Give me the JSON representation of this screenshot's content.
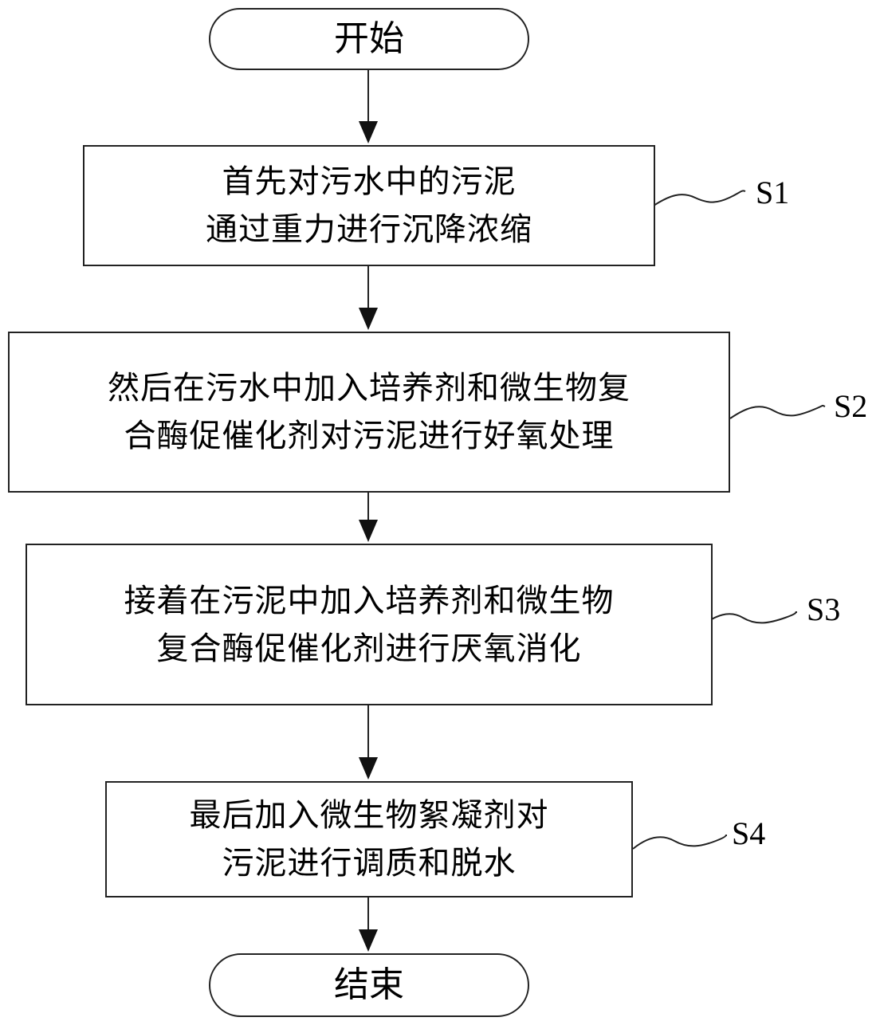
{
  "start": {
    "label": "开始"
  },
  "end": {
    "label": "结束"
  },
  "steps": [
    {
      "id": "S1",
      "lines": [
        "首先对污水中的污泥",
        "通过重力进行沉降浓缩"
      ]
    },
    {
      "id": "S2",
      "lines": [
        "然后在污水中加入培养剂和微生物复",
        "合酶促催化剂对污泥进行好氧处理"
      ]
    },
    {
      "id": "S3",
      "lines": [
        "接着在污泥中加入培养剂和微生物",
        "复合酶促催化剂进行厌氧消化"
      ]
    },
    {
      "id": "S4",
      "lines": [
        "最后加入微生物絮凝剂对",
        "污泥进行调质和脱水"
      ]
    }
  ]
}
